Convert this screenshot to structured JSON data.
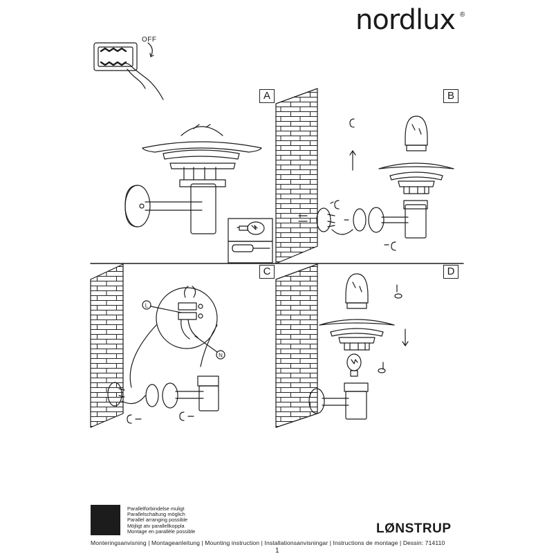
{
  "brand": {
    "name": "nordlux",
    "registered": "®"
  },
  "power_switch": {
    "label": "OFF"
  },
  "steps": [
    {
      "id": "A"
    },
    {
      "id": "B"
    },
    {
      "id": "C"
    },
    {
      "id": "D"
    }
  ],
  "wiring": {
    "live": "L",
    "neutral": "N"
  },
  "parallel_info": [
    "Parallelforbindelse muligt",
    "Parallelschaltung möglich",
    "Parallel arranging possible",
    "Möjligt atv parallellkoppla",
    "Montage en parallèle possible"
  ],
  "product_name": "LØNSTRUP",
  "instructions_line": "Monteringsanvisning | Montageanleitung | Mounting instruction | Installationsanvisningar | Instructions de montage | Dessin: 714110",
  "page_number": "1"
}
